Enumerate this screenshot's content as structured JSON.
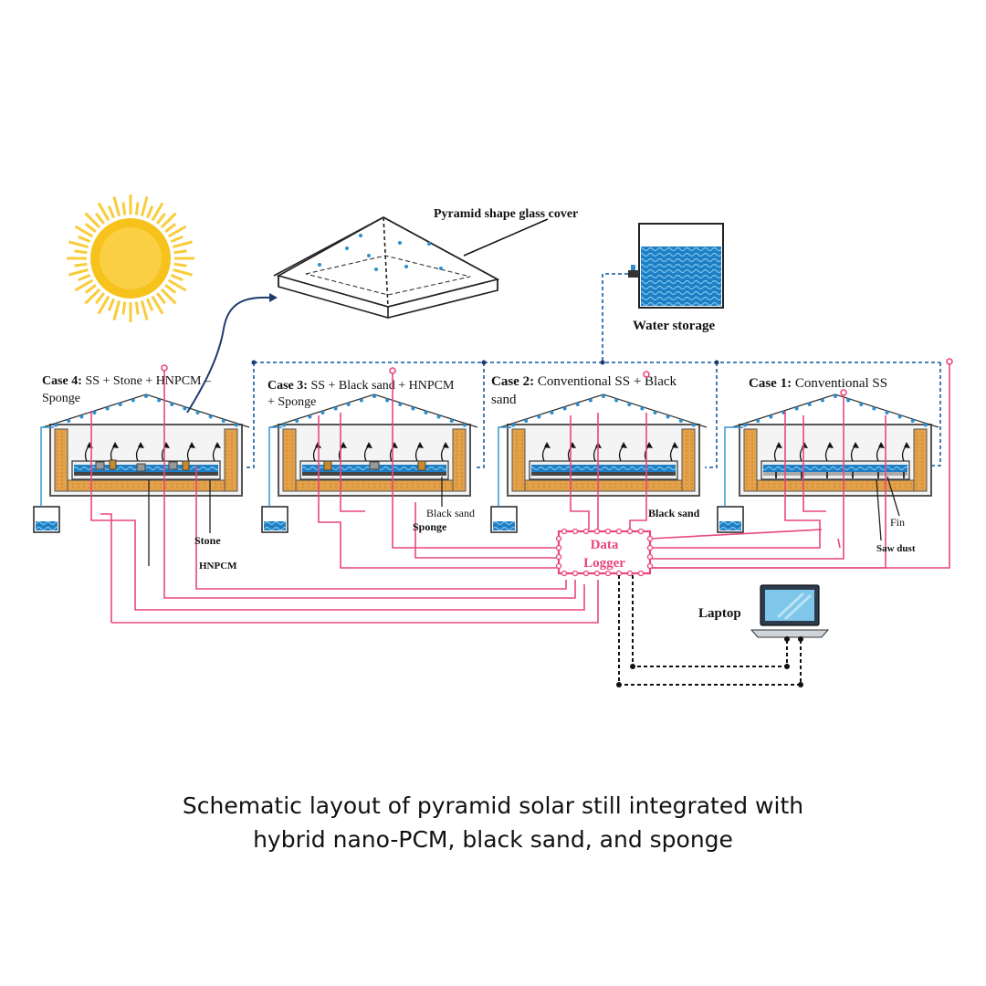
{
  "diagram": {
    "cover_label": "Pyramid shape glass cover",
    "water_storage_label": "Water storage",
    "cases": [
      {
        "label_bold": "Case 4:",
        "label_rest": " SS + Stone + HNPCM –",
        "label_line2": "Sponge"
      },
      {
        "label_bold": "Case 3:",
        "label_rest": " SS + Black sand + HNPCM",
        "label_line2": "+ Sponge"
      },
      {
        "label_bold": "Case 2:",
        "label_rest": " Conventional SS + Black",
        "label_line2": "sand"
      },
      {
        "label_bold": "Case 1:",
        "label_rest": " Conventional SS",
        "label_line2": ""
      }
    ],
    "part_labels": {
      "stone": "Stone",
      "hnpcm": "HNPCM",
      "black_sand_1": "Black sand",
      "sponge": "Sponge",
      "black_sand_2": "Black sand",
      "fin": "Fin",
      "saw_dust": "Saw dust"
    },
    "data_logger_line1": "Data",
    "data_logger_line2": "Logger",
    "laptop_label": "Laptop",
    "colors": {
      "sun": "#f7c21b",
      "sensor_wire": "#e8477f",
      "water": "#2b8fcf",
      "water_pipe": "#2f6fb0",
      "insulation": "#e8a24a",
      "casing": "#555555"
    }
  },
  "caption": {
    "line1": "Schematic layout of pyramid solar still integrated with",
    "line2": "hybrid nano-PCM, black sand, and sponge"
  }
}
